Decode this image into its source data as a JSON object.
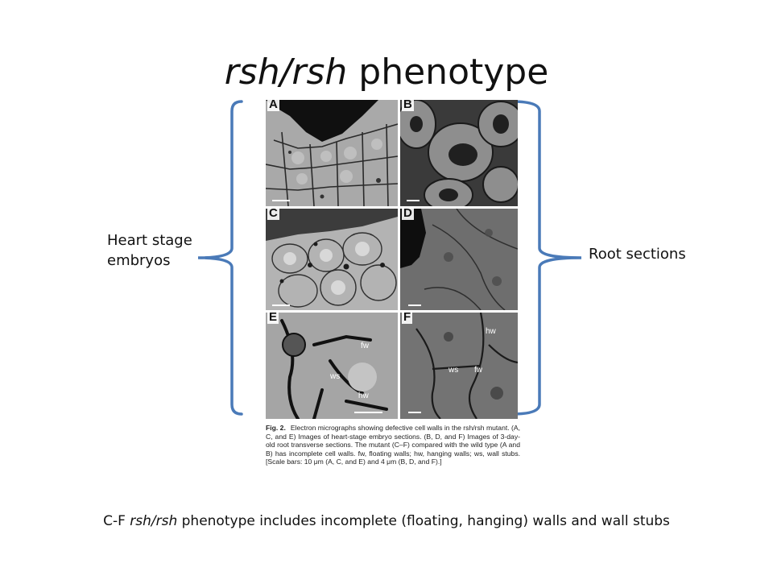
{
  "slide": {
    "title_italic": "rsh/rsh",
    "title_rest": " phenotype",
    "left_label": "Heart stage embryos",
    "right_label": "Root sections",
    "footer_prefix": "C-F ",
    "footer_italic": "rsh/rsh",
    "footer_rest": " phenotype includes incomplete (floating, hanging) walls and wall stubs"
  },
  "figure": {
    "panels": [
      "A",
      "B",
      "C",
      "D",
      "E",
      "F"
    ],
    "panel_e_tags": [
      "fw",
      "ws",
      "hw"
    ],
    "panel_f_tags": [
      "hw",
      "ws",
      "fw"
    ],
    "caption_label": "Fig. 2.",
    "caption_text": "Electron micrographs showing defective cell walls in the rsh/rsh mutant. (A, C, and E) Images of heart-stage embryo sections. (B, D, and F) Images of 3-day-old root transverse sections. The mutant (C–F) compared with the wild type (A and B) has incomplete cell walls. fw, floating walls; hw, hanging walls; ws, wall stubs. [Scale bars: 10 μm (A, C, and E) and 4 μm (B, D, and F).]"
  },
  "colors": {
    "brace": "#4a7ab8"
  }
}
